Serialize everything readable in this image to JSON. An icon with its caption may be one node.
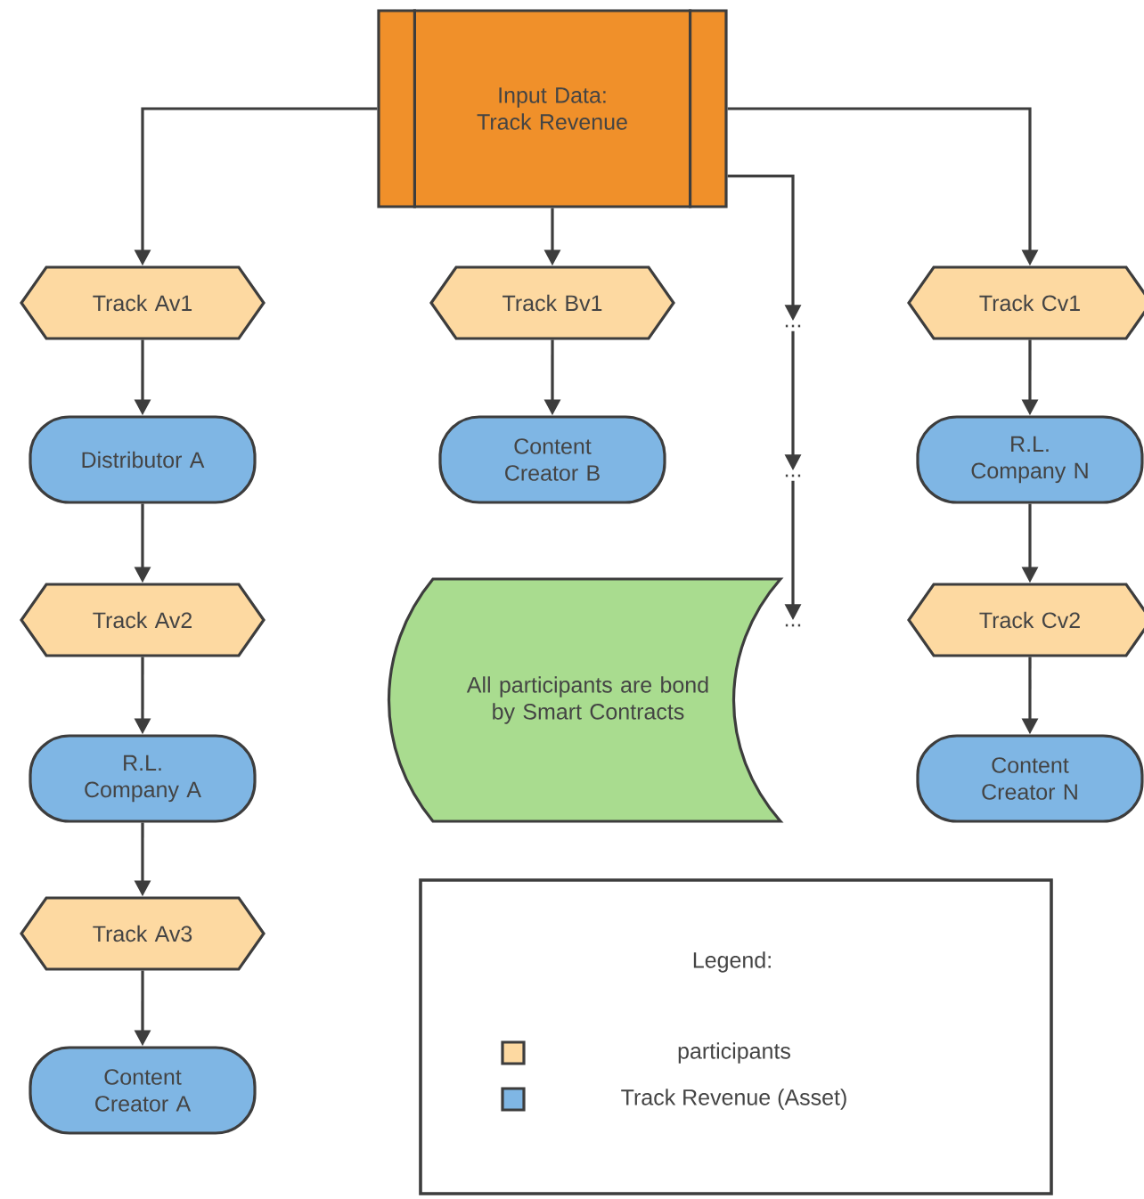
{
  "diagram": {
    "nodes": [
      {
        "text": [
          "Input Data: Track Revenue"
        ]
      },
      {
        "text": [
          "Track Av1"
        ]
      },
      {
        "text": [
          "Distributor A"
        ]
      },
      {
        "text": [
          "Track Av2"
        ]
      },
      {
        "text": [
          "R.L. Company A"
        ]
      },
      {
        "text": [
          "Track Av3"
        ]
      },
      {
        "text": [
          "Content Creator A"
        ]
      },
      {
        "text": [
          "Track Bv1"
        ]
      },
      {
        "text": [
          "Content Creator B"
        ]
      },
      {
        "text": [
          "..."
        ]
      },
      {
        "text": [
          "..."
        ]
      },
      {
        "text": [
          "..."
        ]
      },
      {
        "text": [
          "Track Cv1"
        ]
      },
      {
        "text": [
          "R.L. Company N"
        ]
      },
      {
        "text": [
          "Track Cv2"
        ]
      },
      {
        "text": [
          "Content Creator N"
        ]
      },
      {
        "text": [
          "All participants are bond by Smart Contracts"
        ]
      }
    ],
    "edges": [
      {
        "from": 0,
        "to": 1,
        "arrow": "to"
      },
      {
        "from": 1,
        "to": 2,
        "arrow": "to"
      },
      {
        "from": 2,
        "to": 3,
        "arrow": "to"
      },
      {
        "from": 3,
        "to": 4,
        "arrow": "to"
      },
      {
        "from": 4,
        "to": 5,
        "arrow": "to"
      },
      {
        "from": 5,
        "to": 6,
        "arrow": "to"
      },
      {
        "from": 0,
        "to": 7,
        "arrow": "to"
      },
      {
        "from": 7,
        "to": 8,
        "arrow": "to"
      },
      {
        "from": 0,
        "to": 9,
        "arrow": "to"
      },
      {
        "from": 9,
        "to": 10,
        "arrow": "to"
      },
      {
        "from": 10,
        "to": 11,
        "arrow": "to"
      },
      {
        "from": 0,
        "to": 12,
        "arrow": "to"
      },
      {
        "from": 12,
        "to": 13,
        "arrow": "to"
      },
      {
        "from": 13,
        "to": 14,
        "arrow": "to"
      },
      {
        "from": 14,
        "to": 15,
        "arrow": "to"
      }
    ],
    "labels": [
      "Legend:"
    ],
    "legend": [
      {
        "text": "participants",
        "color": "#fdd9a1"
      },
      {
        "text": "Track Revenue (Asset)",
        "color": "#7fb6e4"
      }
    ]
  }
}
